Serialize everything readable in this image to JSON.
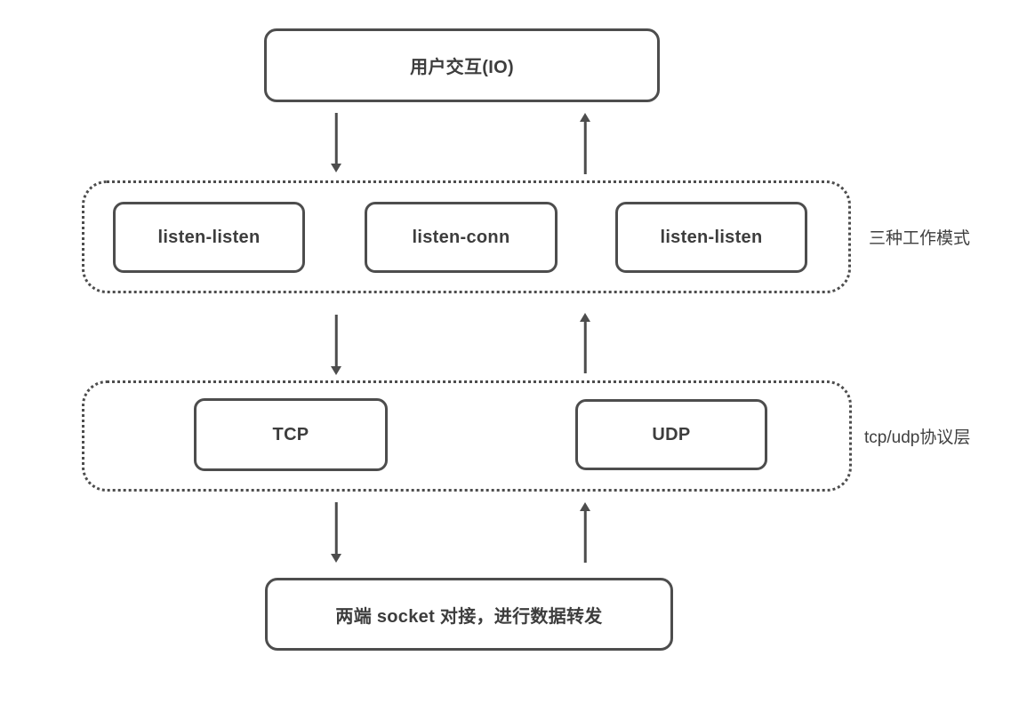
{
  "diagram": {
    "title_hint": "socket proxy flow diagram",
    "nodes": {
      "io": {
        "label": "用户交互(IO)"
      },
      "modes": {
        "label": "三种工作模式",
        "items": [
          {
            "label": "listen-listen"
          },
          {
            "label": "listen-conn"
          },
          {
            "label": "listen-listen"
          }
        ]
      },
      "protocol": {
        "label": "tcp/udp协议层",
        "items": [
          {
            "label": "TCP"
          },
          {
            "label": "UDP"
          }
        ]
      },
      "socket": {
        "label": "两端 socket 对接，进行数据转发"
      }
    },
    "edges": [
      {
        "from": "io",
        "to": "modes",
        "direction": "down"
      },
      {
        "from": "modes",
        "to": "io",
        "direction": "up"
      },
      {
        "from": "modes",
        "to": "protocol",
        "direction": "down"
      },
      {
        "from": "protocol",
        "to": "modes",
        "direction": "up"
      },
      {
        "from": "protocol",
        "to": "socket",
        "direction": "down"
      },
      {
        "from": "socket",
        "to": "protocol",
        "direction": "up"
      }
    ],
    "colors": {
      "border": "#4d4d4d",
      "text": "#3d3d3d",
      "background": "#ffffff"
    }
  }
}
